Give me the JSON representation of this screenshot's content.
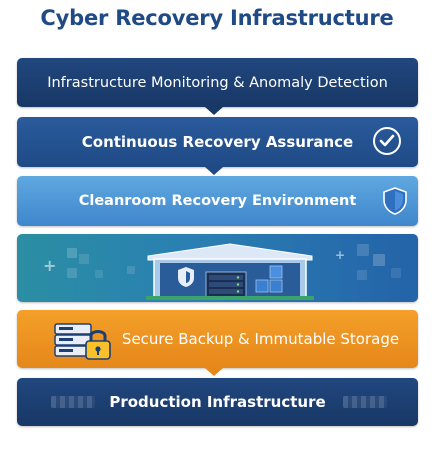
{
  "title": "Cyber Recovery Infrastructure",
  "layers": [
    {
      "label": "Infrastructure Monitoring & Anomaly Detection",
      "color": "#1e4279"
    },
    {
      "label": "Continuous Recovery Assurance",
      "color": "#25528f",
      "icon": "check-circle-icon"
    },
    {
      "label": "Cleanroom Recovery Environment",
      "color": "#4f97d8",
      "icon": "shield-icon"
    },
    {
      "label": "",
      "color": "#2a7fb3",
      "icon": "datacenter-building-icon"
    },
    {
      "label": "Secure Backup & Immutable Storage",
      "color": "#ec9322",
      "icon": "storage-lock-icon"
    },
    {
      "label": "Production Infrastructure",
      "color": "#1e4279"
    }
  ],
  "colors": {
    "title": "#1f4a86",
    "accent_orange": "#ec9322",
    "navy": "#1e4279"
  }
}
